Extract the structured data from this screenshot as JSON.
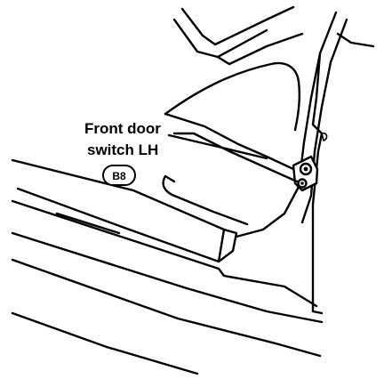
{
  "callout": {
    "label_line1": "Front door",
    "label_line2": "switch LH",
    "connector_code": "B8"
  }
}
